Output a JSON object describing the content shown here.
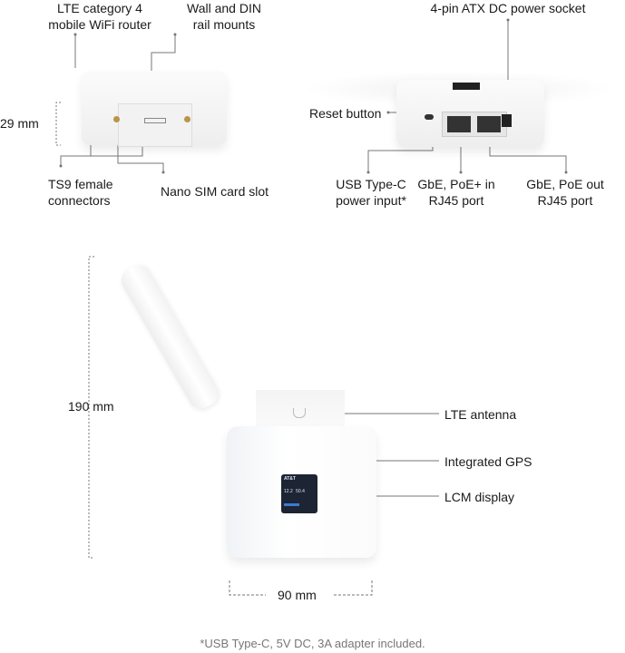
{
  "labels": {
    "router_line1": "LTE category 4",
    "router_line2": "mobile WiFi router",
    "mounts_line1": "Wall and DIN",
    "mounts_line2": "rail mounts",
    "power_socket": "4-pin ATX DC power socket",
    "height_small": "29 mm",
    "ts9_line1": "TS9 female",
    "ts9_line2": "connectors",
    "sim": "Nano SIM card slot",
    "reset": "Reset button",
    "usb_line1": "USB Type-C",
    "usb_line2": "power input*",
    "poe_in_line1": "GbE, PoE+ in",
    "poe_in_line2": "RJ45 port",
    "poe_out_line1": "GbE, PoE out",
    "poe_out_line2": "RJ45 port",
    "height_total": "190 mm",
    "antenna": "LTE antenna",
    "gps": "Integrated GPS",
    "lcm": "LCM display",
    "width": "90 mm"
  },
  "lcd_screen": {
    "carrier": "AT&T",
    "value_a": "12.2",
    "value_b": "50.4"
  },
  "footnote": "*USB Type-C, 5V DC, 3A adapter included."
}
